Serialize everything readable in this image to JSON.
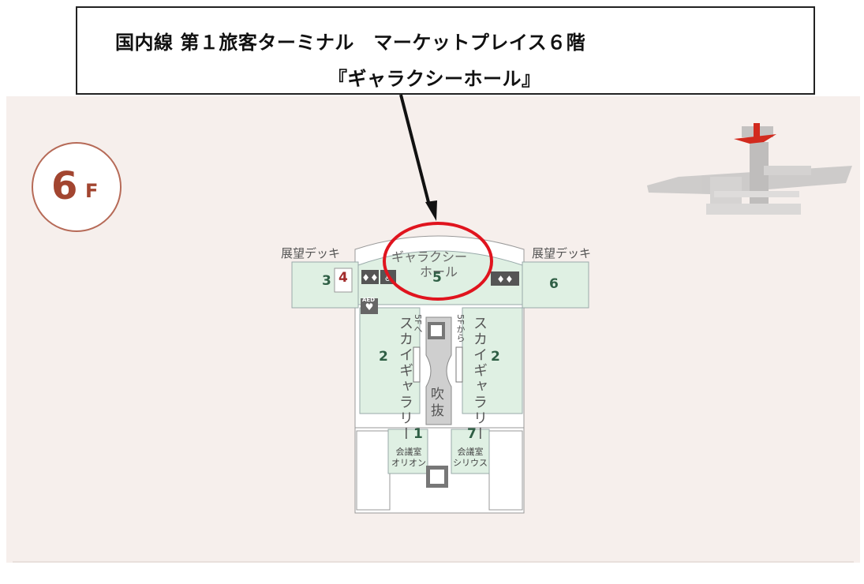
{
  "callout": {
    "line1": "国内線 第１旅客ターミナル　マーケットプレイス６階",
    "line2": "『ギャラクシーホール』"
  },
  "floor": {
    "number": "6",
    "letter": "F"
  },
  "labels": {
    "deck_left": "展望デッキ",
    "deck_right": "展望デッキ",
    "hall_line1": "ギャラクシー",
    "hall_line2": "ホール",
    "gallery_left": "スカイギャラリー",
    "gallery_right": "スカイギャラリー",
    "to_5f": "5Fへ",
    "from_5f": "5Fから",
    "atrium_line1": "吹",
    "atrium_line2": "抜",
    "room1_line1": "会議室",
    "room1_line2": "オリオン",
    "room7_line1": "会議室",
    "room7_line2": "シリウス",
    "aed": "AED"
  },
  "numbers": {
    "n1": "1",
    "n2_left": "2",
    "n2_right": "2",
    "n3": "3",
    "n4": "4",
    "n5": "5",
    "n6": "6",
    "n7": "7"
  },
  "colors": {
    "highlight": "#e0141e",
    "room_green": "#dff0e3",
    "badge_border": "#b66a57"
  },
  "icons": [
    "restroom-icon",
    "accessible-restroom-icon",
    "elevator-icon",
    "aed-icon",
    "location-marker-icon"
  ]
}
